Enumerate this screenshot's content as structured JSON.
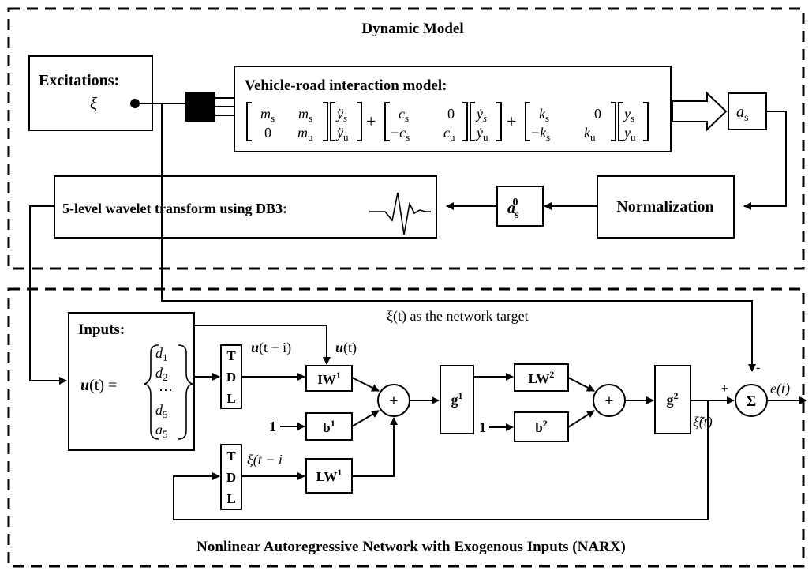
{
  "sections": {
    "top_title": "Dynamic Model",
    "bottom_title": "Nonlinear Autoregressive Network with Exogenous Inputs (NARX)"
  },
  "excitations": {
    "label": "Excitations:",
    "symbol": "ξ"
  },
  "vehicle_model": {
    "title": "Vehicle-road interaction model:",
    "M": [
      "m",
      "s",
      "m",
      "s",
      "0",
      "",
      "m",
      "u"
    ],
    "yddot": [
      "ÿ",
      "s",
      "ÿ",
      "u"
    ],
    "C": [
      "c",
      "s",
      "0",
      "",
      "−c",
      "s",
      "c",
      "u"
    ],
    "ydot": [
      "ẏ",
      "s",
      "ẏ",
      "u"
    ],
    "K": [
      "k",
      "s",
      "0",
      "",
      "−k",
      "s",
      "k",
      "u"
    ],
    "y": [
      "y",
      "s",
      "y",
      "u"
    ],
    "plus": "+"
  },
  "output_as": {
    "base": "a",
    "sub": "s"
  },
  "normalization": "Normalization",
  "normalized_as": {
    "base": "a",
    "sub": "s",
    "sup": "0"
  },
  "wavelet": "5-level wavelet transform using DB3:",
  "inputs": {
    "title": "Inputs:",
    "lhs_u": "u",
    "lhs_rest": "(t) =",
    "d1": "d",
    "d1_sub": "1",
    "d2": "d",
    "d2_sub": "2",
    "dots": "⋯",
    "d5": "d",
    "d5_sub": "5",
    "a5": "a",
    "a5_sub": "5"
  },
  "tdl": [
    "T",
    "D",
    "L"
  ],
  "signals": {
    "u_ti_u": "u",
    "u_ti_rest": "(t − i)",
    "u_t_u": "u",
    "u_t_rest": "(t)",
    "xi_ti": "ξ(t − i",
    "one": "1",
    "target": "ξ(t) as the network target",
    "xi_hat": "ξ̃(t)",
    "e": "e(t)",
    "plus_sign": "+",
    "minus_sign": "-"
  },
  "blocks": {
    "iw1": "IW",
    "iw1_sup": "1",
    "b1": "b",
    "b1_sup": "1",
    "lw1": "LW",
    "lw1_sup": "1",
    "g1": "g",
    "g1_sup": "1",
    "lw2": "LW",
    "lw2_sup": "2",
    "b2": "b",
    "b2_sup": "2",
    "g2": "g",
    "g2_sup": "2",
    "sum": "+",
    "sigma": "Σ"
  }
}
